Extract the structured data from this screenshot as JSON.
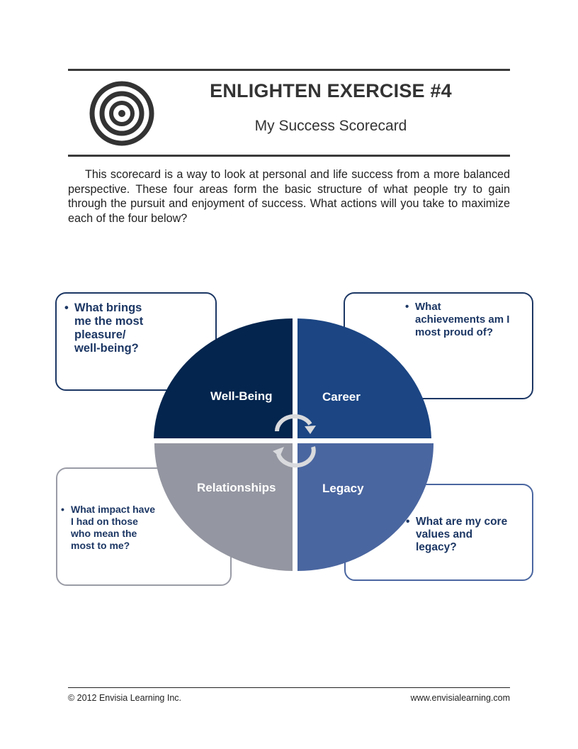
{
  "header": {
    "title": "ENLIGHTEN EXERCISE #4",
    "subtitle": "My Success Scorecard",
    "icon": "target-icon"
  },
  "intro": "This scorecard is a way to look at personal and life success from a more balanced perspective. These four areas form the basic structure of what people try to gain through the pursuit and enjoyment of success.  What actions will you take to maximize each of the four below?",
  "quadrants": [
    {
      "label": "Well-Being",
      "color": "#03254e",
      "question_lines": [
        "What brings",
        "me the most",
        "pleasure/",
        "well-being?"
      ]
    },
    {
      "label": "Career",
      "color": "#1b4583",
      "question_lines": [
        "What",
        "achievements am I",
        "most proud of?"
      ]
    },
    {
      "label": "Relationships",
      "color": "#9496a1",
      "question_lines": [
        "What impact have",
        "I had on those",
        "who mean the",
        "most to me?"
      ]
    },
    {
      "label": "Legacy",
      "color": "#4a66a0",
      "question_lines": [
        "What are my core",
        "values and",
        "legacy?"
      ]
    }
  ],
  "colors": {
    "card_border_dark": "#1c3764",
    "card_border_gray": "#9a9ca6",
    "card_border_blue": "#4a66a0",
    "question_text": "#1c3764",
    "cycle_arrows": "#d9dadd"
  },
  "footer": {
    "copyright": "© 2012 Envisia Learning Inc.",
    "website": "www.envisialearning.com"
  }
}
